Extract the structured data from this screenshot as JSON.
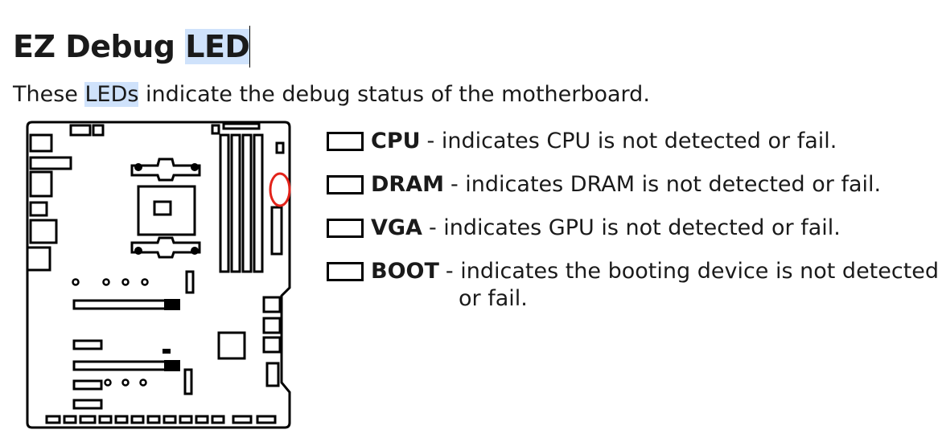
{
  "heading": {
    "prefix": "EZ Debug ",
    "highlighted": "LED"
  },
  "intro": {
    "before": "These ",
    "highlighted": "LEDs",
    "after": " indicate the debug status of the motherboard."
  },
  "leds": [
    {
      "name": "CPU",
      "description": "- indicates CPU is not detected or fail."
    },
    {
      "name": "DRAM",
      "description": "- indicates DRAM is not detected or fail."
    },
    {
      "name": "VGA",
      "description": "- indicates GPU is not detected or fail."
    },
    {
      "name": "BOOT",
      "description": "- indicates the booting device is not detected",
      "continuation": "or fail."
    }
  ],
  "colors": {
    "highlight": "#cfe2fb",
    "marker": "#e2231a",
    "ink": "#000000"
  }
}
